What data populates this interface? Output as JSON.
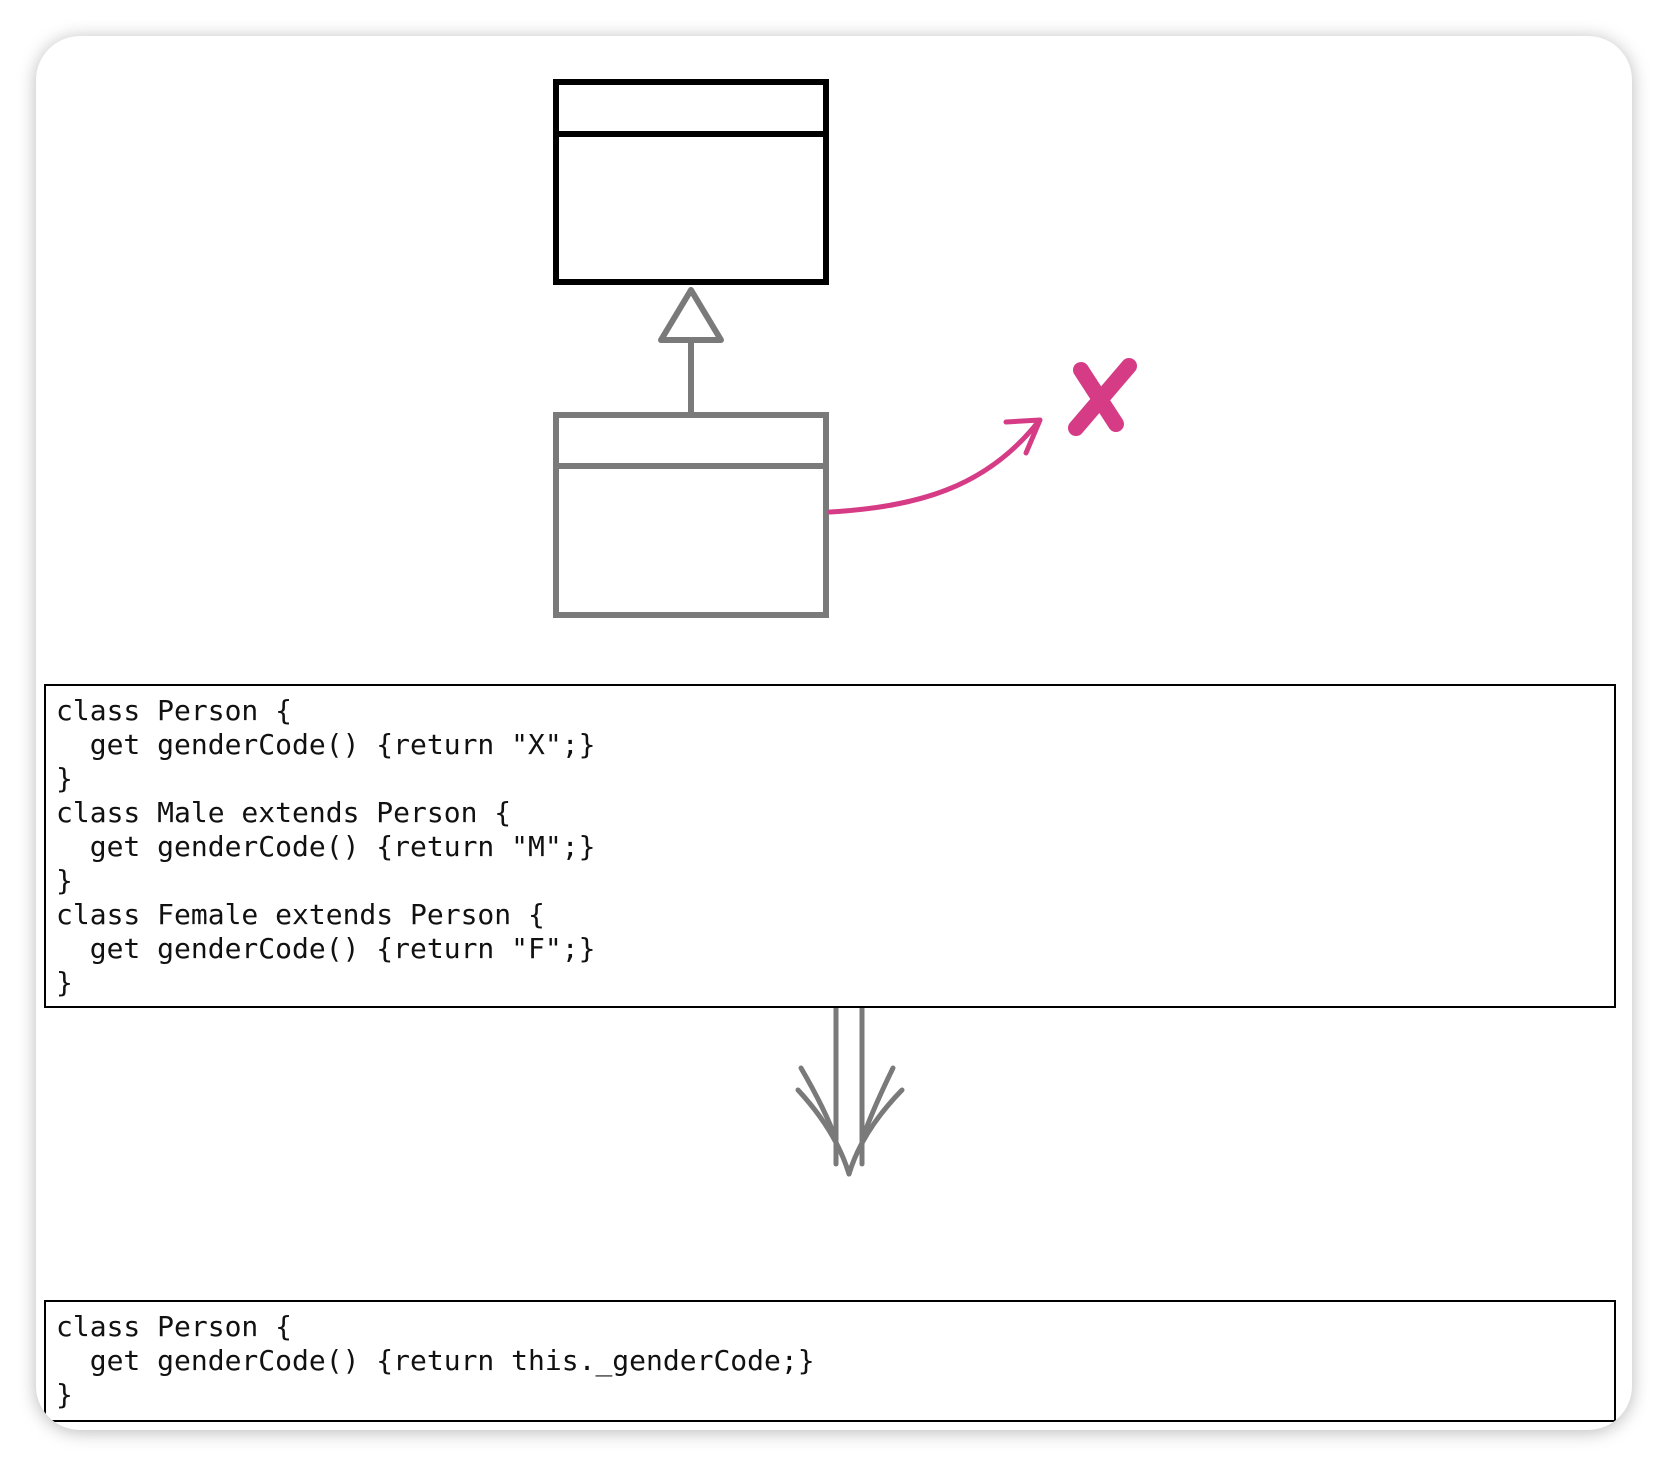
{
  "colors": {
    "superclass_stroke": "#000000",
    "subclass_stroke": "#7a7a7a",
    "arrow_gray": "#7a7a7a",
    "accent_magenta": "#d63c86",
    "code_border": "#000000"
  },
  "diagram": {
    "superclass_box": "superclass",
    "subclass_box": "subclass",
    "relationship": "inheritance",
    "removal_mark": "x-mark-icon",
    "transform_arrow": "double-down-arrow-icon"
  },
  "code_before": {
    "lines": [
      "class Person {",
      "  get genderCode() {return \"X\";}",
      "}",
      "class Male extends Person {",
      "  get genderCode() {return \"M\";}",
      "}",
      "class Female extends Person {",
      "  get genderCode() {return \"F\";}",
      "}"
    ]
  },
  "code_after": {
    "lines": [
      "class Person {",
      "  get genderCode() {return this._genderCode;}",
      "}"
    ]
  }
}
